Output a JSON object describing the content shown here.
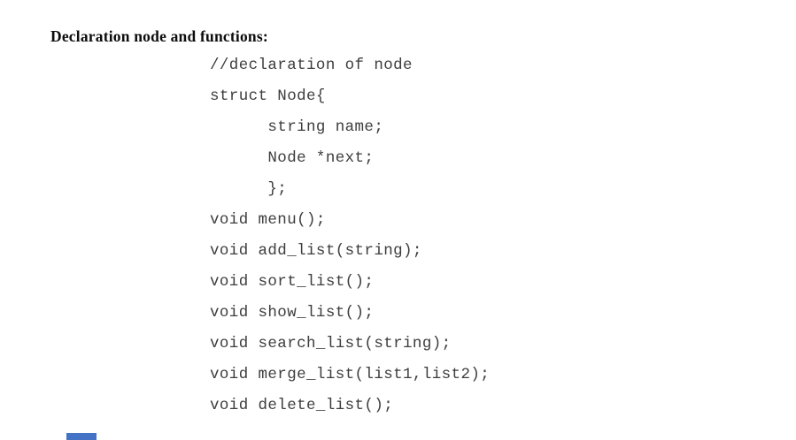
{
  "document": {
    "heading": "Declaration node and functions:",
    "code_lines": [
      "//declaration of node",
      "struct Node{",
      "      string name;",
      "      Node *next;",
      "      };",
      "void menu();",
      "void add_list(string);",
      "void sort_list();",
      "void show_list();",
      "void search_list(string);",
      "void merge_list(list1,list2);",
      "void delete_list();"
    ],
    "accent_color": "#4472c4"
  }
}
